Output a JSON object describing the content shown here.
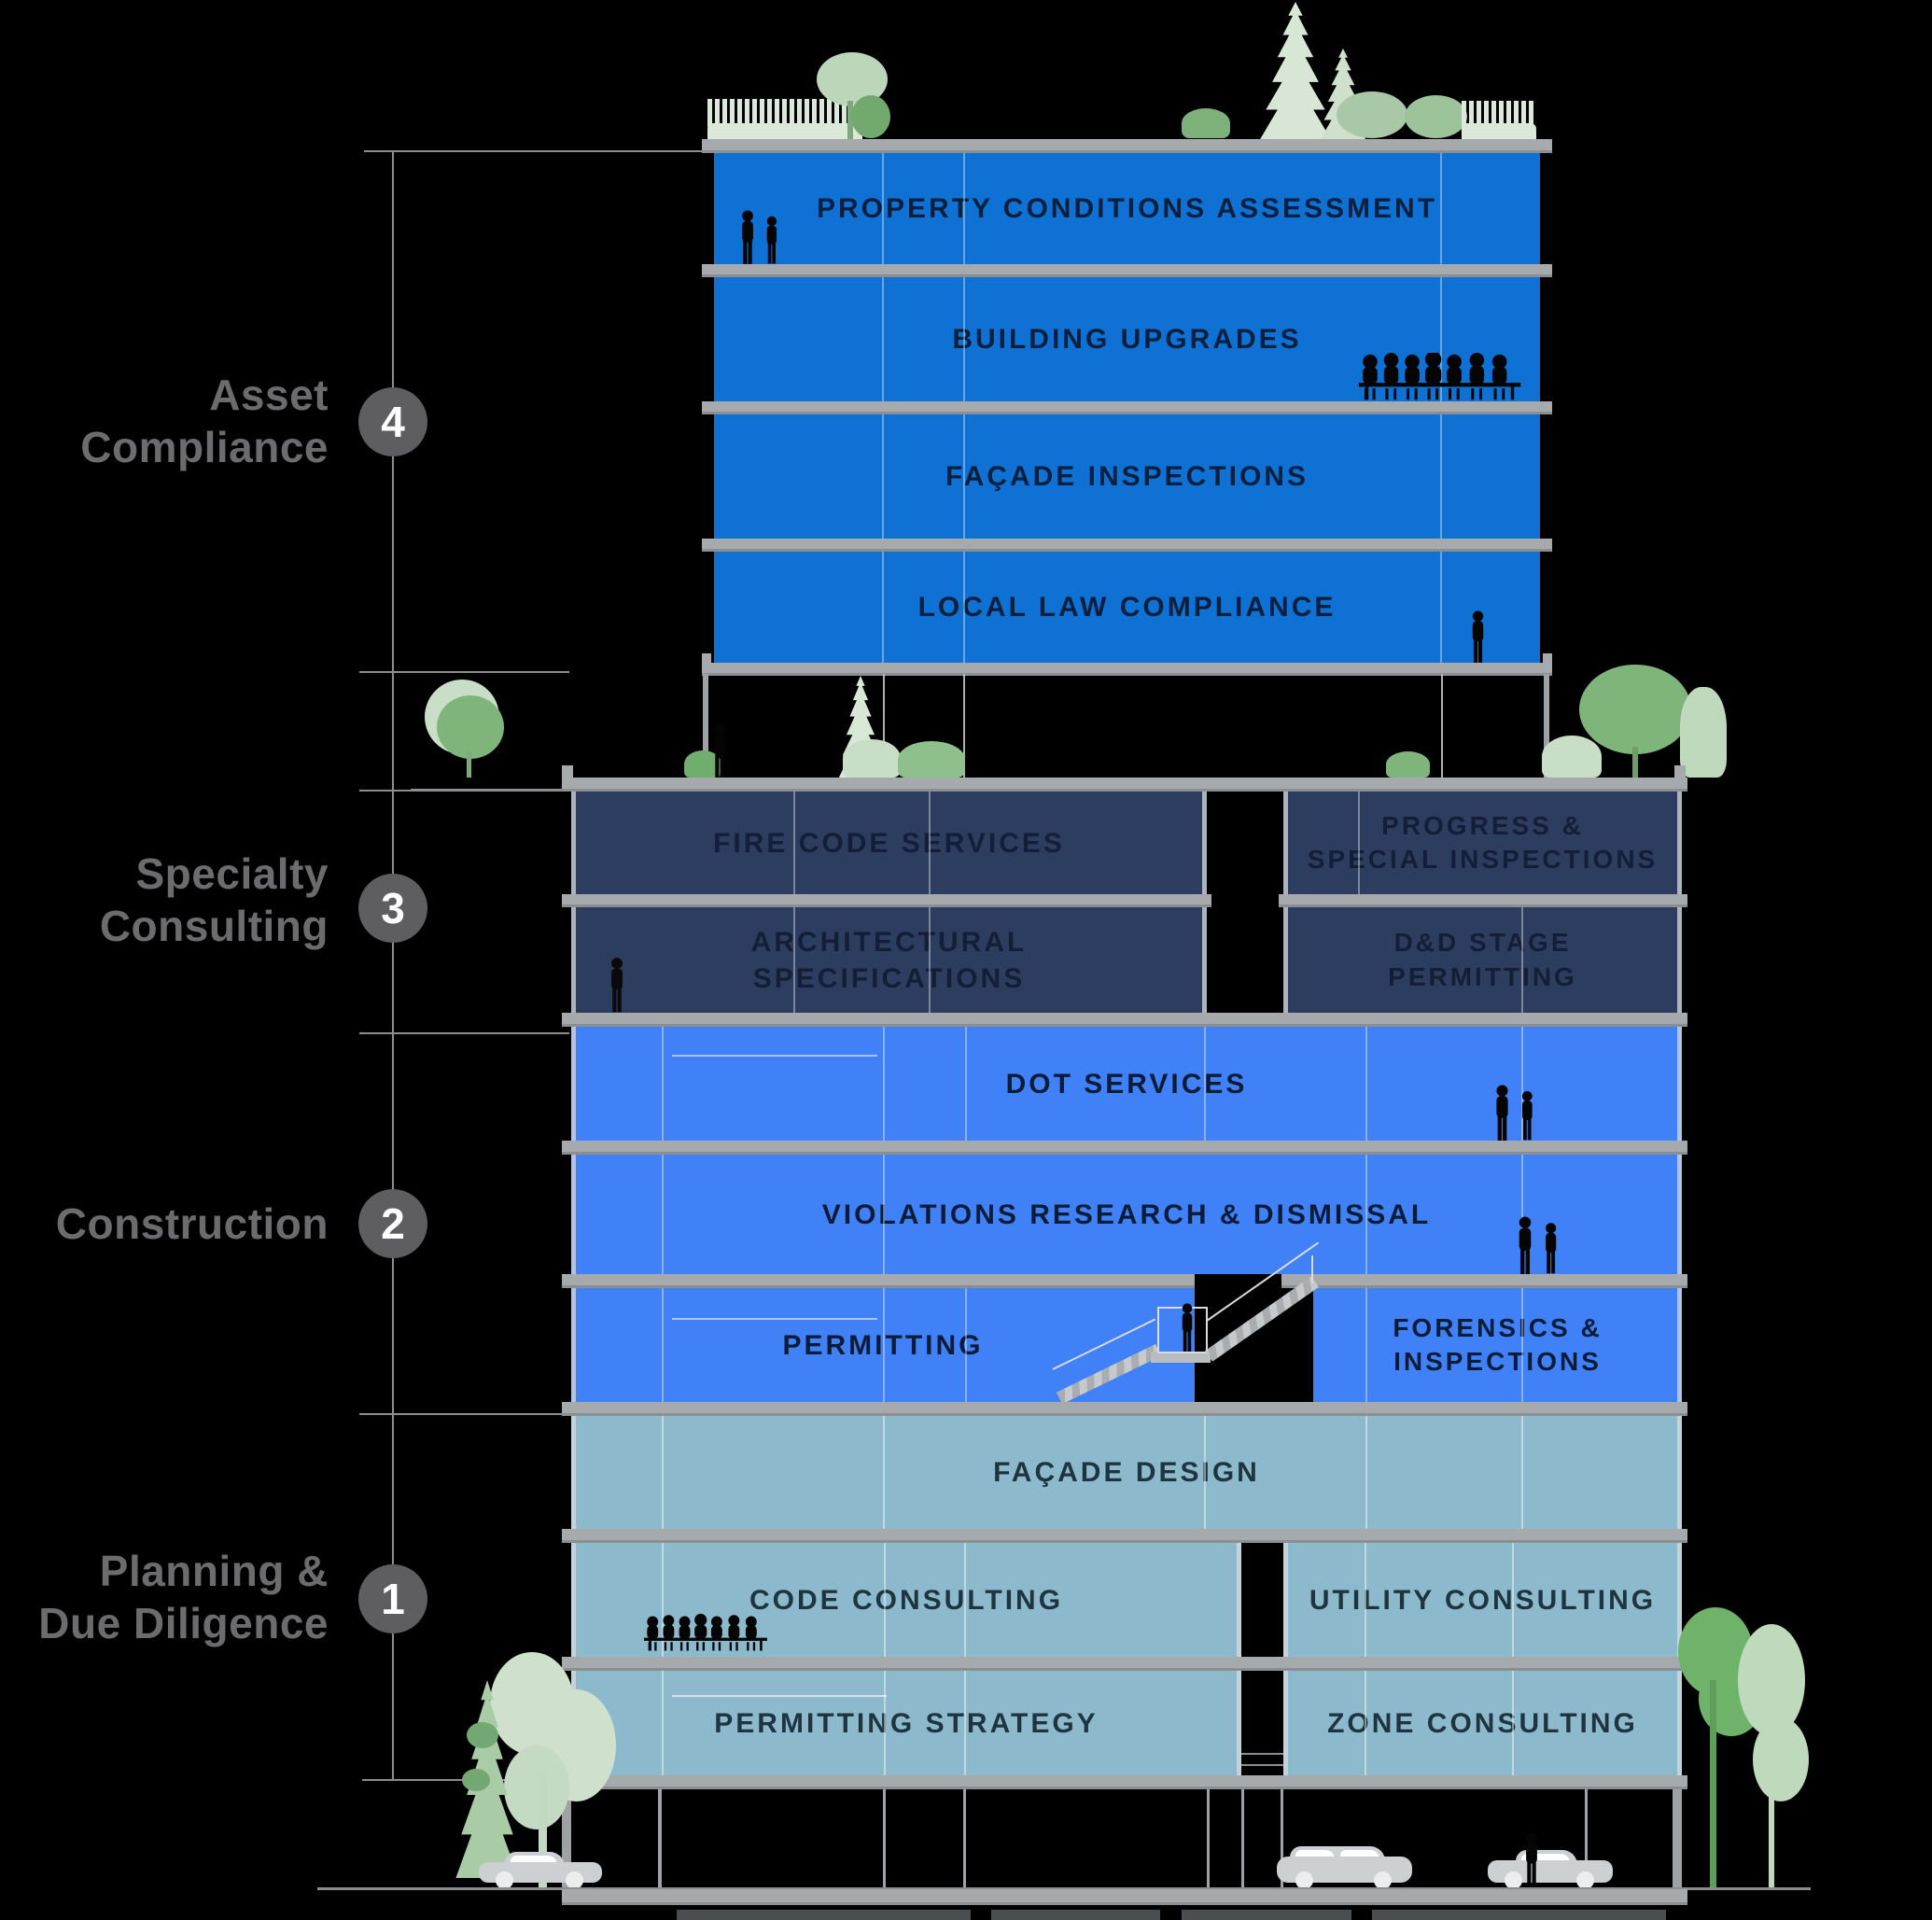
{
  "colors": {
    "background": "#000000",
    "tower_blue": "#0e71d3",
    "specialty_navy": "#2c3d5f",
    "construction_blue": "#4081f7",
    "planning_teal": "#8cb9cb",
    "slab_gray": "#a6aaac",
    "label_gray": "#6c6c6e",
    "circle_gray": "#5e5e61"
  },
  "icons": {
    "tree": "tree-icon",
    "person": "person-icon",
    "meeting": "meeting-group-icon",
    "car": "car-icon",
    "stairs": "staircase-icon"
  },
  "sections": [
    {
      "num": "4",
      "label": "Asset\nCompliance"
    },
    {
      "num": "3",
      "label": "Specialty\nConsulting"
    },
    {
      "num": "2",
      "label": "Construction"
    },
    {
      "num": "1",
      "label": "Planning &\nDue Diligence"
    }
  ],
  "floors": {
    "tower": [
      "PROPERTY CONDITIONS ASSESSMENT",
      "BUILDING UPGRADES",
      "FAÇADE INSPECTIONS",
      "LOCAL LAW COMPLIANCE"
    ],
    "specialty_left": [
      "FIRE CODE SERVICES",
      "ARCHITECTURAL\nSPECIFICATIONS"
    ],
    "specialty_right": [
      "PROGRESS &\nSPECIAL INSPECTIONS",
      "D&D STAGE\nPERMITTING"
    ],
    "construction_full": [
      "DOT SERVICES",
      "VIOLATIONS RESEARCH & DISMISSAL"
    ],
    "construction_left": "PERMITTING",
    "construction_right": "FORENSICS &\nINSPECTIONS",
    "planning_full": "FAÇADE DESIGN",
    "planning_left": [
      "CODE CONSULTING",
      "PERMITTING STRATEGY"
    ],
    "planning_right": [
      "UTILITY CONSULTING",
      "ZONE CONSULTING"
    ]
  }
}
